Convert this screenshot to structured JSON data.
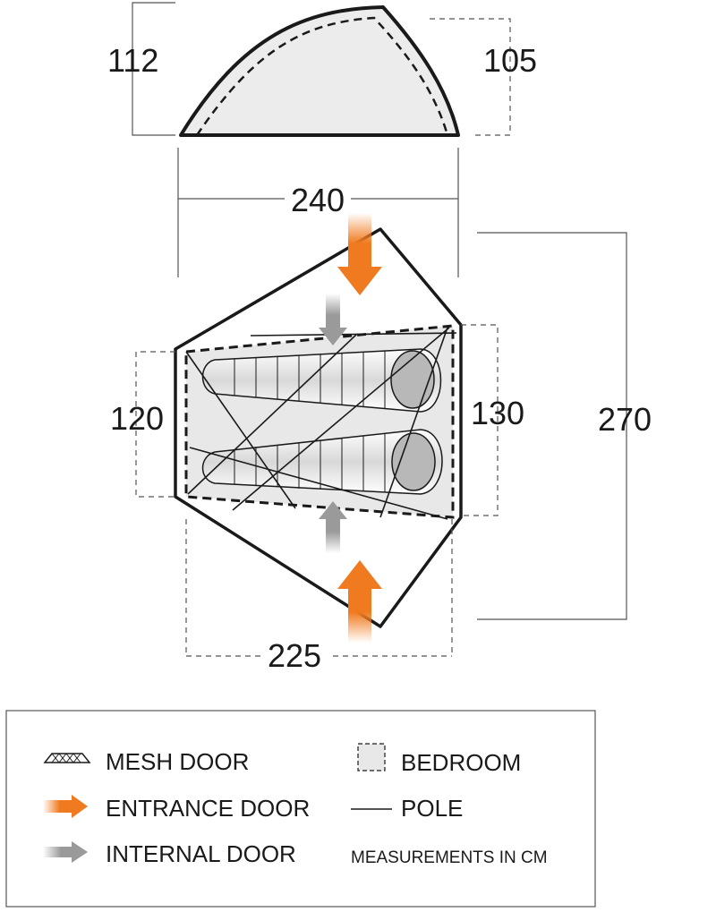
{
  "dimensions": {
    "side_left_height": "112",
    "side_right_height": "105",
    "top_width": "240",
    "left_width": "120",
    "right_width": "130",
    "length": "270",
    "bottom_width": "225"
  },
  "legend": {
    "mesh_door": "MESH DOOR",
    "entrance_door": "ENTRANCE DOOR",
    "internal_door": "INTERNAL DOOR",
    "bedroom": "BEDROOM",
    "pole": "POLE",
    "units_note": "MEASUREMENTS IN CM"
  },
  "colors": {
    "entrance_arrow": "#f07a20",
    "internal_arrow": "#9a9a9a",
    "tent_fill": "#e9e9e9",
    "outline": "#1a1a1a"
  }
}
